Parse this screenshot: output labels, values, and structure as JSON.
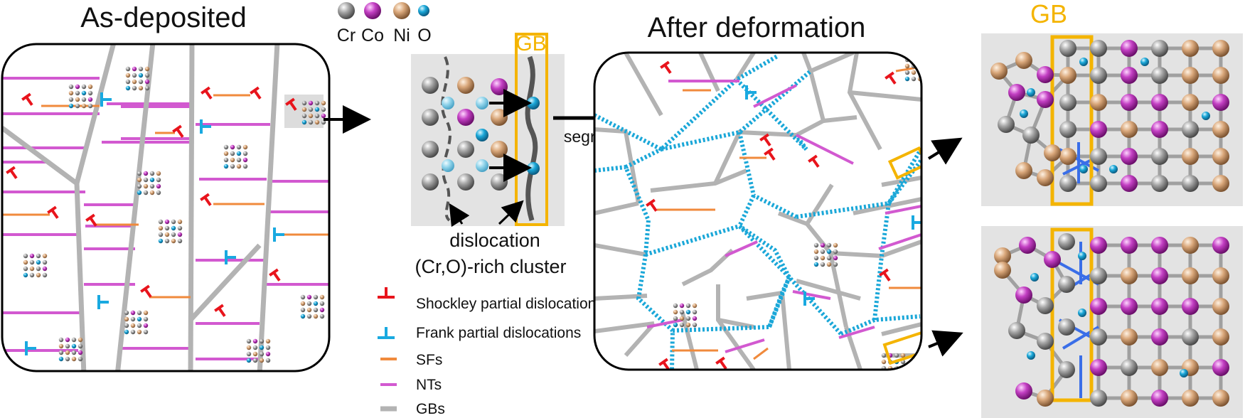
{
  "panels": {
    "as_deposited_title": "As-deposited",
    "after_deformation_title": "After deformation"
  },
  "elements": [
    {
      "symbol": "Cr",
      "color": "#9a9a9a"
    },
    {
      "symbol": "Co",
      "color": "#c13fc1"
    },
    {
      "symbol": "Ni",
      "color": "#d9a77a"
    },
    {
      "symbol": "O",
      "color": "#1aa7d8"
    }
  ],
  "gb_labels": {
    "inset": "GB",
    "right": "GB"
  },
  "arrow_label": {
    "line1": "GB",
    "line2": "segregation"
  },
  "inset_labels": {
    "dislocation": "dislocation",
    "cluster": "(Cr,O)-rich cluster"
  },
  "legend": [
    {
      "label": "Shockley partial dislocations",
      "icon": "shockley-symbol-icon",
      "color": "#e8141c"
    },
    {
      "label": "Frank partial dislocations",
      "icon": "frank-symbol-icon",
      "color": "#19a9e0"
    },
    {
      "label": "SFs",
      "icon": "sf-line-icon",
      "color": "#f08a3c"
    },
    {
      "label": "NTs",
      "icon": "nt-line-icon",
      "color": "#d259d0"
    },
    {
      "label": "GBs",
      "icon": "gb-line-icon",
      "color": "#b3b3b3"
    }
  ],
  "colors": {
    "shockley": "#e8141c",
    "frank": "#19a9e0",
    "sf": "#f08a3c",
    "nt": "#d259d0",
    "gb": "#b3b3b3",
    "gb_highlight": "#f4b400",
    "inset_bg": "#e3e3e3"
  }
}
